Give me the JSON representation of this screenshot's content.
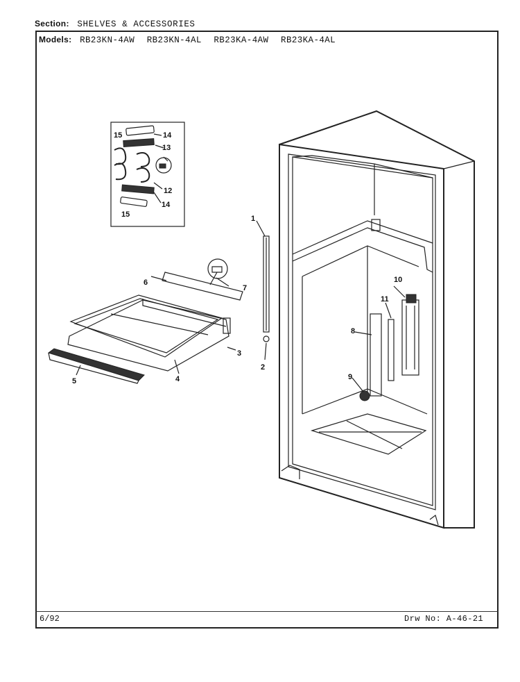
{
  "header": {
    "section_label": "Section:",
    "section_value": "SHELVES & ACCESSORIES",
    "models_label": "Models:",
    "models": [
      "RB23KN-4AW",
      "RB23KN-4AL",
      "RB23KA-4AW",
      "RB23KA-4AL"
    ]
  },
  "diagram": {
    "inset_callouts": [
      "15",
      "14",
      "13",
      "12",
      "14",
      "15"
    ],
    "shelf_callouts": [
      "6",
      "7",
      "3",
      "4",
      "5"
    ],
    "trim_callouts": [
      "1",
      "2"
    ],
    "cabinet_callouts": [
      "10",
      "11",
      "8",
      "9"
    ]
  },
  "footer": {
    "date": "6/92",
    "drawing_number": "Drw No: A-46-21"
  }
}
